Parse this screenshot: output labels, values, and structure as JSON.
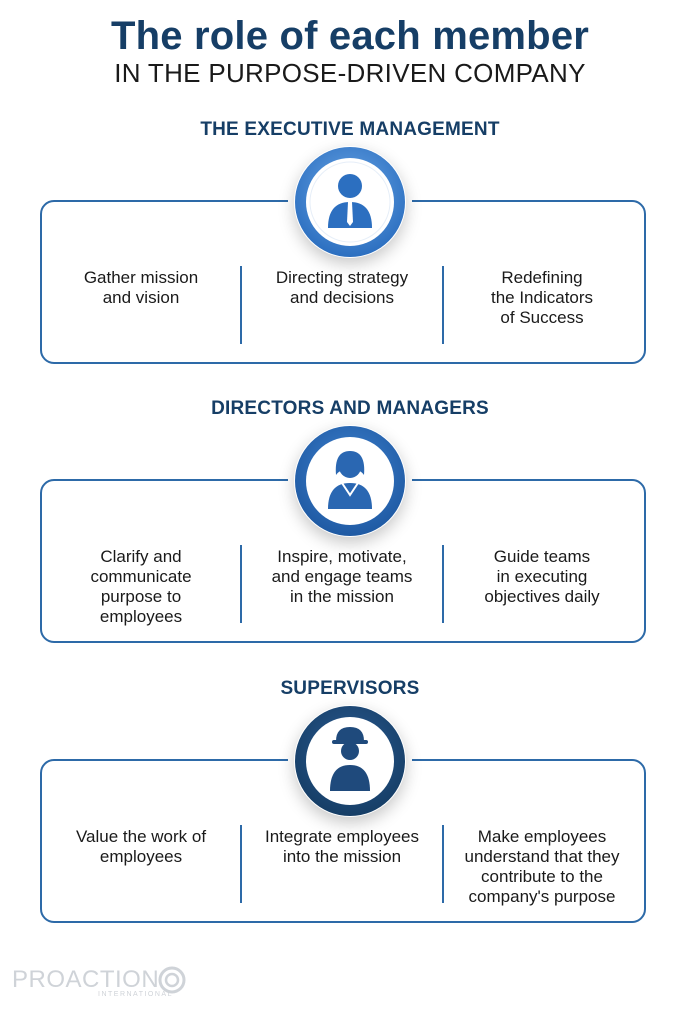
{
  "header": {
    "title": "The role of each member",
    "subtitle": "IN THE PURPOSE-DRIVEN COMPANY"
  },
  "sections": [
    {
      "title": "THE EXECUTIVE MANAGEMENT",
      "icon": "executive-person-icon",
      "items": [
        {
          "lines": [
            "Gather mission",
            "and vision"
          ]
        },
        {
          "lines": [
            "Directing strategy",
            "and decisions"
          ]
        },
        {
          "lines": [
            "Redefining",
            "the Indicators",
            "of Success"
          ]
        }
      ]
    },
    {
      "title": "DIRECTORS AND MANAGERS",
      "icon": "manager-woman-icon",
      "items": [
        {
          "lines": [
            "Clarify and",
            "communicate",
            "purpose to",
            "employees"
          ]
        },
        {
          "lines": [
            "Inspire, motivate,",
            "and engage teams",
            "in the mission"
          ]
        },
        {
          "lines": [
            "Guide teams",
            "in executing",
            "objectives daily"
          ]
        }
      ]
    },
    {
      "title": "SUPERVISORS",
      "icon": "supervisor-helmet-icon",
      "items": [
        {
          "lines": [
            "Value the work of",
            "employees"
          ]
        },
        {
          "lines": [
            "Integrate employees",
            "into the mission"
          ]
        },
        {
          "lines": [
            "Make employees",
            "understand that they",
            "contribute to the",
            "company's purpose"
          ]
        }
      ]
    }
  ],
  "logo": {
    "name": "PROACTION",
    "tagline": "INTERNATIONAL"
  },
  "colors": {
    "brand_navy": "#163e66",
    "border_blue": "#2d6aa8",
    "circle_light": "#4f8fd6",
    "circle_dark": "#1c3f6d"
  }
}
